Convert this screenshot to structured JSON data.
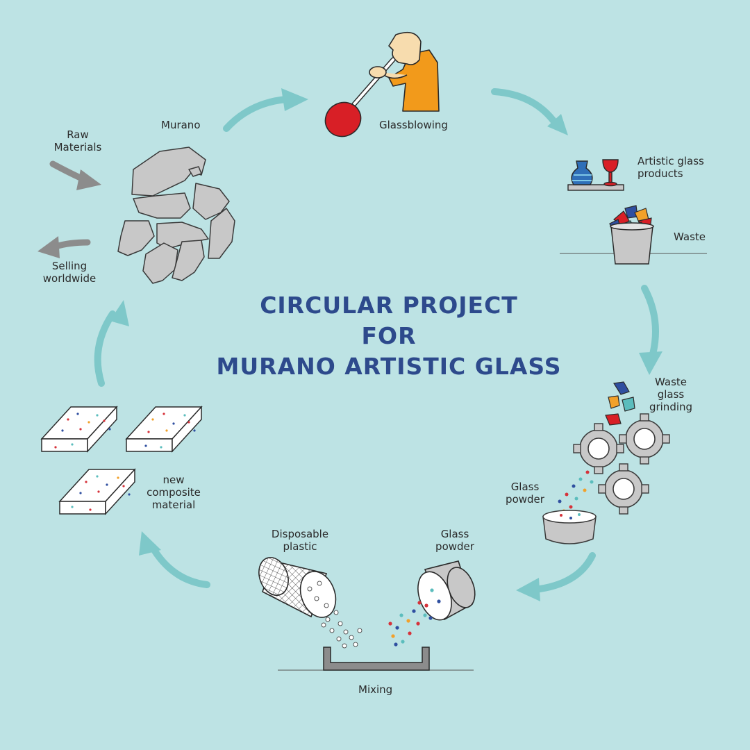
{
  "title": {
    "line1": "CIRCULAR PROJECT",
    "line2": "FOR",
    "line3": "MURANO ARTISTIC GLASS"
  },
  "labels": {
    "raw_materials": [
      "Raw",
      "Materials"
    ],
    "murano": "Murano",
    "selling": [
      "Selling",
      "worldwide"
    ],
    "glassblowing": "Glassblowing",
    "artistic_products": [
      "Artistic glass",
      "products"
    ],
    "waste": "Waste",
    "waste_grinding": [
      "Waste",
      "glass",
      "grinding"
    ],
    "glass_powder_grind": [
      "Glass",
      "powder"
    ],
    "disposable_plastic": [
      "Disposable",
      "plastic"
    ],
    "glass_powder_mix": [
      "Glass",
      "powder"
    ],
    "mixing": "Mixing",
    "composite": [
      "new",
      "composite",
      "material"
    ]
  },
  "colors": {
    "background": "#bde3e4",
    "cycle_arrow": "#7ec8c9",
    "side_arrow": "#8c8c8c",
    "title": "#2d4a8c",
    "glass_red": "#d81f26",
    "shirt_orange": "#f29a1b",
    "skin": "#f7dcae",
    "grey_fill": "#c8c8c8",
    "speck_red": "#d6323a",
    "speck_blue": "#2f4fa0",
    "speck_teal": "#5bbdbd",
    "speck_orange": "#f2a12a"
  },
  "icons": [
    "murano-island-icon",
    "glassblower-icon",
    "vase-icon",
    "goblet-icon",
    "waste-bucket-icon",
    "glass-shards-icon",
    "gear-icon",
    "powder-bowl-icon",
    "plastic-cylinder-icon",
    "powder-cylinder-icon",
    "mixing-tray-icon",
    "composite-slab-icon",
    "cycle-arrow-icon",
    "side-arrow-icon"
  ]
}
